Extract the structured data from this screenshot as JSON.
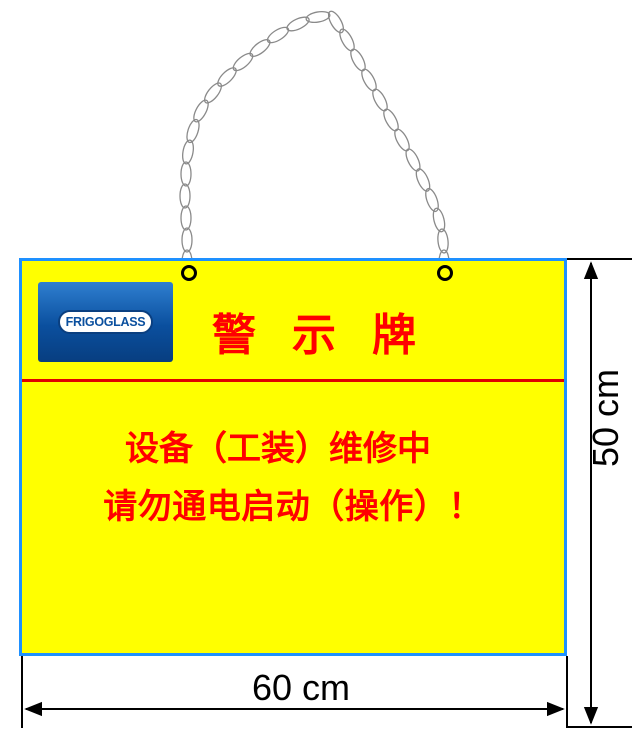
{
  "sign": {
    "logo_text": "FRIGOGLASS",
    "title": "警示牌",
    "message_line1": "设备（工装）维修中",
    "message_line2": "请勿通电启动（操作）！"
  },
  "dimensions": {
    "width_label": "60 cm",
    "height_label": "50 cm"
  },
  "colors": {
    "sign_background": "#FFFF00",
    "text": "#FF0000",
    "border": "#1E90FF",
    "logo_background": "#0A4F9E"
  }
}
